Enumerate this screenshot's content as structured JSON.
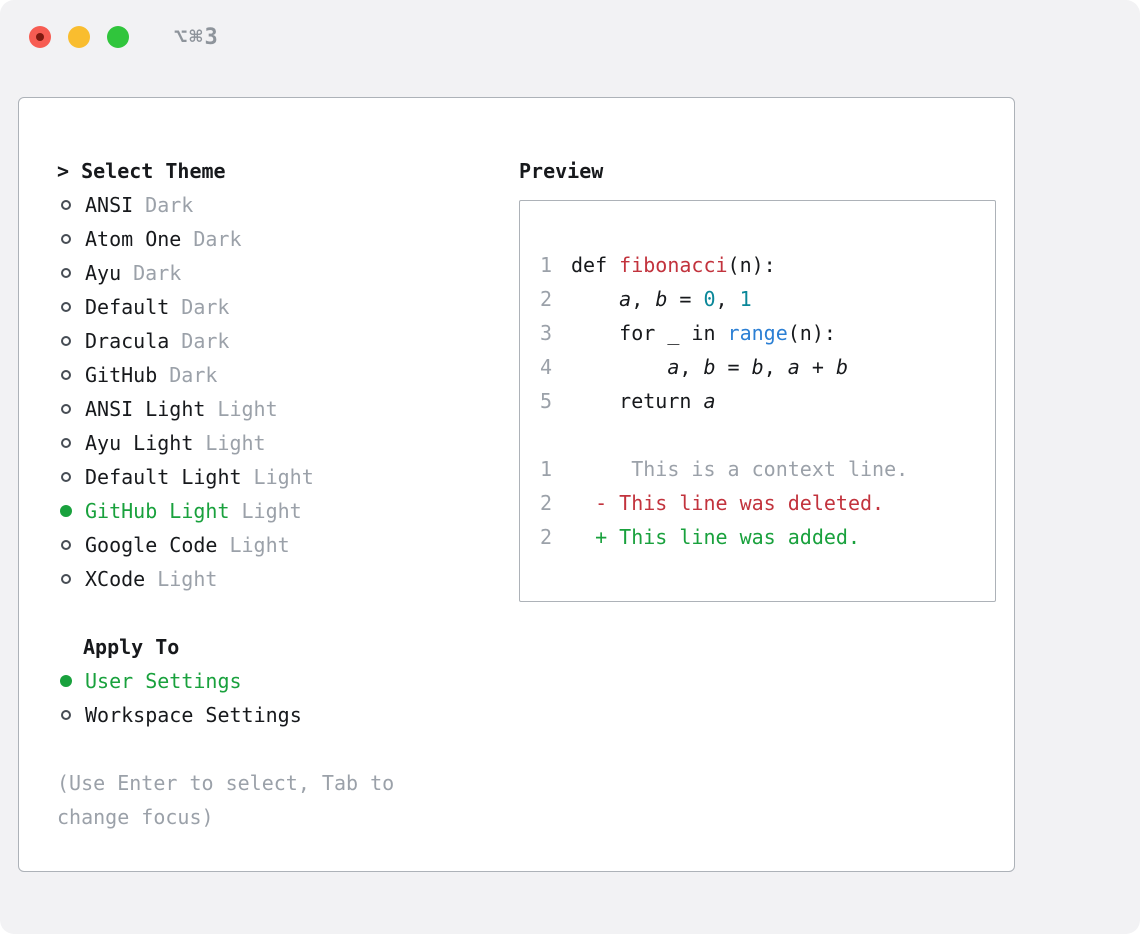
{
  "colors": {
    "accent_green": "#19a13d",
    "code_red": "#c2333d",
    "code_blue": "#2b7fd4",
    "code_teal": "#0a8799",
    "muted": "#9ba1a9",
    "text": "#17191c"
  },
  "titlebar": {
    "shortcut": "⌥⌘3"
  },
  "theme_selector": {
    "title": "> Select Theme",
    "items": [
      {
        "label": "ANSI",
        "variant": "Dark",
        "selected": false
      },
      {
        "label": "Atom One",
        "variant": "Dark",
        "selected": false
      },
      {
        "label": "Ayu",
        "variant": "Dark",
        "selected": false
      },
      {
        "label": "Default",
        "variant": "Dark",
        "selected": false
      },
      {
        "label": "Dracula",
        "variant": "Dark",
        "selected": false
      },
      {
        "label": "GitHub",
        "variant": "Dark",
        "selected": false
      },
      {
        "label": "ANSI Light",
        "variant": "Light",
        "selected": false
      },
      {
        "label": "Ayu Light",
        "variant": "Light",
        "selected": false
      },
      {
        "label": "Default Light",
        "variant": "Light",
        "selected": false
      },
      {
        "label": "GitHub Light",
        "variant": "Light",
        "selected": true
      },
      {
        "label": "Google Code",
        "variant": "Light",
        "selected": false
      },
      {
        "label": "XCode",
        "variant": "Light",
        "selected": false
      }
    ],
    "apply_to": {
      "title": "Apply To",
      "options": [
        {
          "label": "User Settings",
          "variant": "",
          "selected": true
        },
        {
          "label": "Workspace Settings",
          "variant": "",
          "selected": false
        }
      ]
    },
    "hint": "(Use Enter to select, Tab to change focus)"
  },
  "preview": {
    "title": "Preview",
    "lines": [
      {
        "num": "1",
        "tokens": [
          {
            "t": "def "
          },
          {
            "t": "fibonacci",
            "c": "red"
          },
          {
            "t": "(n):"
          }
        ]
      },
      {
        "num": "2",
        "tokens": [
          {
            "t": "    "
          },
          {
            "t": "a",
            "i": true
          },
          {
            "t": ", "
          },
          {
            "t": "b",
            "i": true
          },
          {
            "t": " = "
          },
          {
            "t": "0",
            "c": "teal"
          },
          {
            "t": ", "
          },
          {
            "t": "1",
            "c": "teal"
          }
        ]
      },
      {
        "num": "3",
        "tokens": [
          {
            "t": "    for _ in "
          },
          {
            "t": "range",
            "c": "blue"
          },
          {
            "t": "(n):"
          }
        ]
      },
      {
        "num": "4",
        "tokens": [
          {
            "t": "        "
          },
          {
            "t": "a",
            "i": true
          },
          {
            "t": ", "
          },
          {
            "t": "b",
            "i": true
          },
          {
            "t": " = "
          },
          {
            "t": "b",
            "i": true
          },
          {
            "t": ", "
          },
          {
            "t": "a",
            "i": true
          },
          {
            "t": " + "
          },
          {
            "t": "b",
            "i": true
          }
        ]
      },
      {
        "num": "5",
        "tokens": [
          {
            "t": "    return "
          },
          {
            "t": "a",
            "i": true
          }
        ]
      },
      {
        "num": "",
        "tokens": []
      },
      {
        "num": "1",
        "tokens": [
          {
            "t": "     This is a context line.",
            "c": "gray"
          }
        ]
      },
      {
        "num": "2",
        "tokens": [
          {
            "t": "  - This line was deleted.",
            "c": "red"
          }
        ]
      },
      {
        "num": "2",
        "tokens": [
          {
            "t": "  + This line was added.",
            "c": "green"
          }
        ]
      }
    ]
  }
}
